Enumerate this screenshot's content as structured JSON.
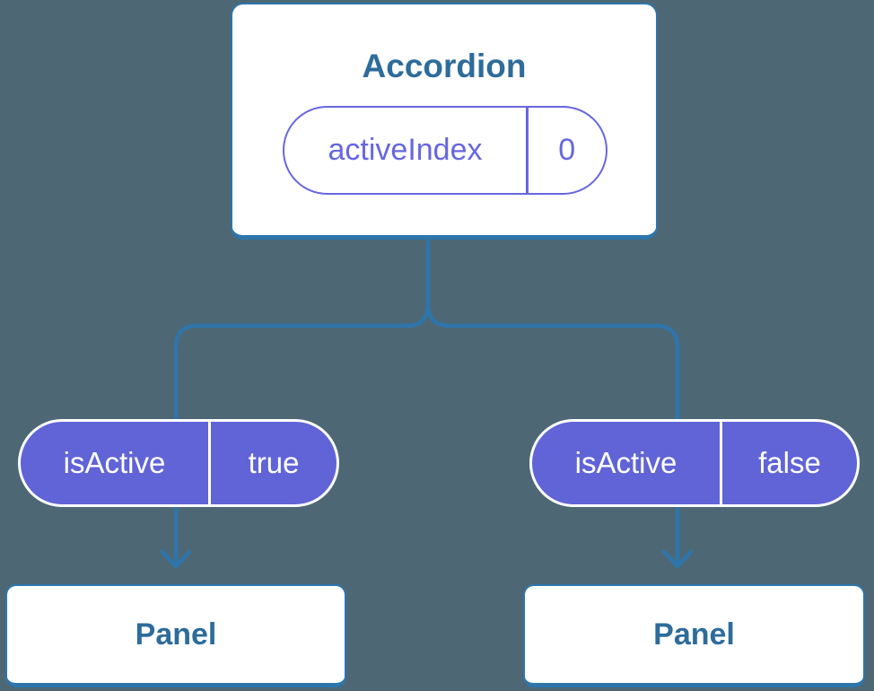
{
  "colors": {
    "background": "#4d6874",
    "connector_blue": "#2e75ab",
    "node_border_blue": "#2e75ab",
    "node_background": "#ffffff",
    "node_text_blue": "#2d6c9b",
    "pill_fill_purple": "#6064d6",
    "pill_outline_purple": "#6767e0",
    "pill_filled_text": "#ffffff"
  },
  "icons": {
    "arrow_down": "chevron-down-arrowhead"
  },
  "accordion": {
    "title": "Accordion",
    "state_pill": {
      "label": "activeIndex",
      "value": "0"
    }
  },
  "children": [
    {
      "prop_pill": {
        "label": "isActive",
        "value": "true"
      },
      "panel": {
        "title": "Panel"
      }
    },
    {
      "prop_pill": {
        "label": "isActive",
        "value": "false"
      },
      "panel": {
        "title": "Panel"
      }
    }
  ]
}
